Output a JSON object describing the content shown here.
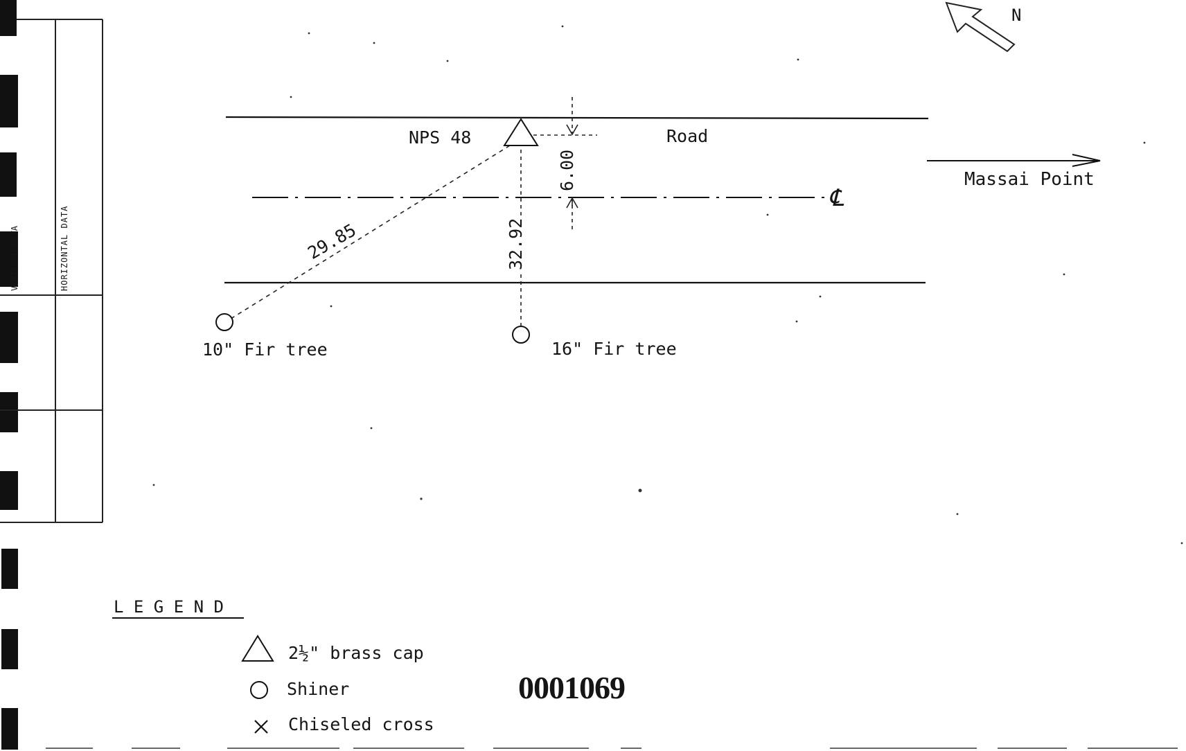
{
  "north": {
    "label": "N"
  },
  "diagram": {
    "station": "NPS 48",
    "road_label": "Road",
    "centerline_symbol": "℄",
    "destination": "Massai Point",
    "distances": {
      "offset": "6.00",
      "perpendicular": "32.92",
      "diagonal": "29.85"
    },
    "trees": [
      {
        "label": "10\" Fir tree"
      },
      {
        "label": "16\" Fir tree"
      }
    ]
  },
  "side_table": {
    "vertical_label": "VERTICAL DATA",
    "horizontal_label": "HORIZONTAL DATA"
  },
  "legend": {
    "title": "L E G E N D",
    "items": [
      {
        "symbol": "triangle",
        "label": "2½\" brass cap"
      },
      {
        "symbol": "circle",
        "label": "Shiner"
      },
      {
        "symbol": "cross",
        "label": "Chiseled cross"
      }
    ]
  },
  "stamp": {
    "number": "0001069"
  }
}
